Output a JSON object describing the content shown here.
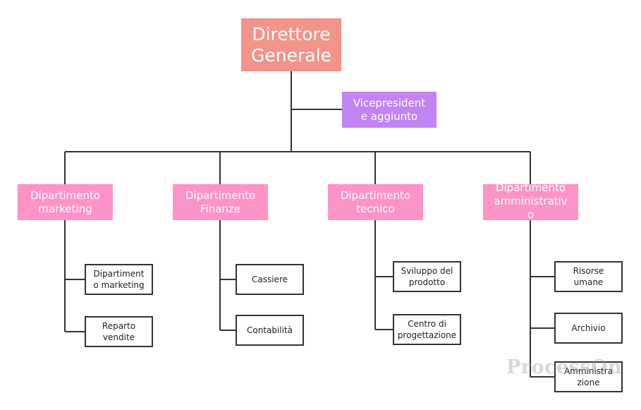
{
  "colors": {
    "top_fill": "#f3948a",
    "vicepresident_fill": "#c184f2",
    "department_fill": "#fd94c7",
    "leaf_border": "#333333",
    "connector": "#333333"
  },
  "top": {
    "label": "Direttore\nGenerale"
  },
  "vicepresident": {
    "label": "Vicepresident\ne aggiunto"
  },
  "departments": [
    {
      "label": "Dipartimento\nmarketing",
      "units": [
        "Dipartiment\no marketing",
        "Reparto\nvendite"
      ]
    },
    {
      "label": "Dipartimento\nFinanze",
      "units": [
        "Cassiere",
        "Contabilità"
      ]
    },
    {
      "label": "Dipartimento\ntecnico",
      "units": [
        "Sviluppo del\nprodotto",
        "Centro di\nprogettazione"
      ]
    },
    {
      "label": "Dipartimento\namministrativ\no",
      "units": [
        "Risorse\numane",
        "Archivio",
        "Amministra\nzione"
      ]
    }
  ],
  "watermark": "ProcessOn"
}
